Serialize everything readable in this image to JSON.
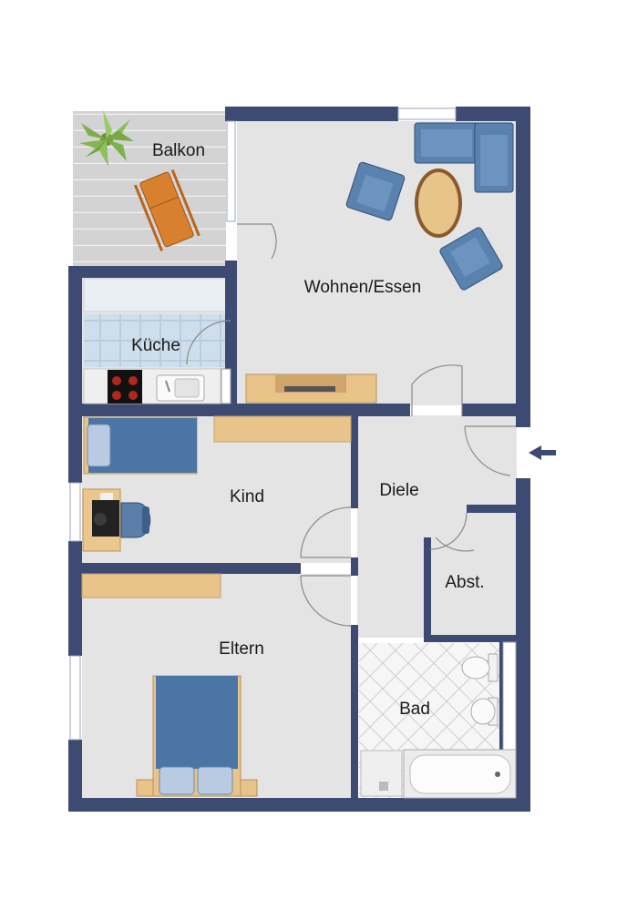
{
  "rooms": {
    "balkon": "Balkon",
    "wohnen": "Wohnen/Essen",
    "kueche": "Küche",
    "kind": "Kind",
    "diele": "Diele",
    "abst": "Abst.",
    "eltern": "Eltern",
    "bad": "Bad"
  },
  "colors": {
    "wall": "#3d4a72",
    "floor": "#e3e3e3",
    "deck": "#d6d6d6",
    "furniture_blue": "#4f78a6",
    "wood": "#e8c38a",
    "bath_tile": "#f4f4f4"
  },
  "icons": {
    "entrance": "arrow-left-icon",
    "plant": "plant-icon",
    "bed": "bed-icon",
    "armchair": "armchair-icon",
    "sofa": "sofa-icon",
    "table": "table-icon",
    "stove": "stove-icon",
    "sink": "sink-icon",
    "toilet": "toilet-icon",
    "bathtub": "bathtub-icon",
    "desk-chair": "chair-icon",
    "lounger": "lounger-icon"
  }
}
